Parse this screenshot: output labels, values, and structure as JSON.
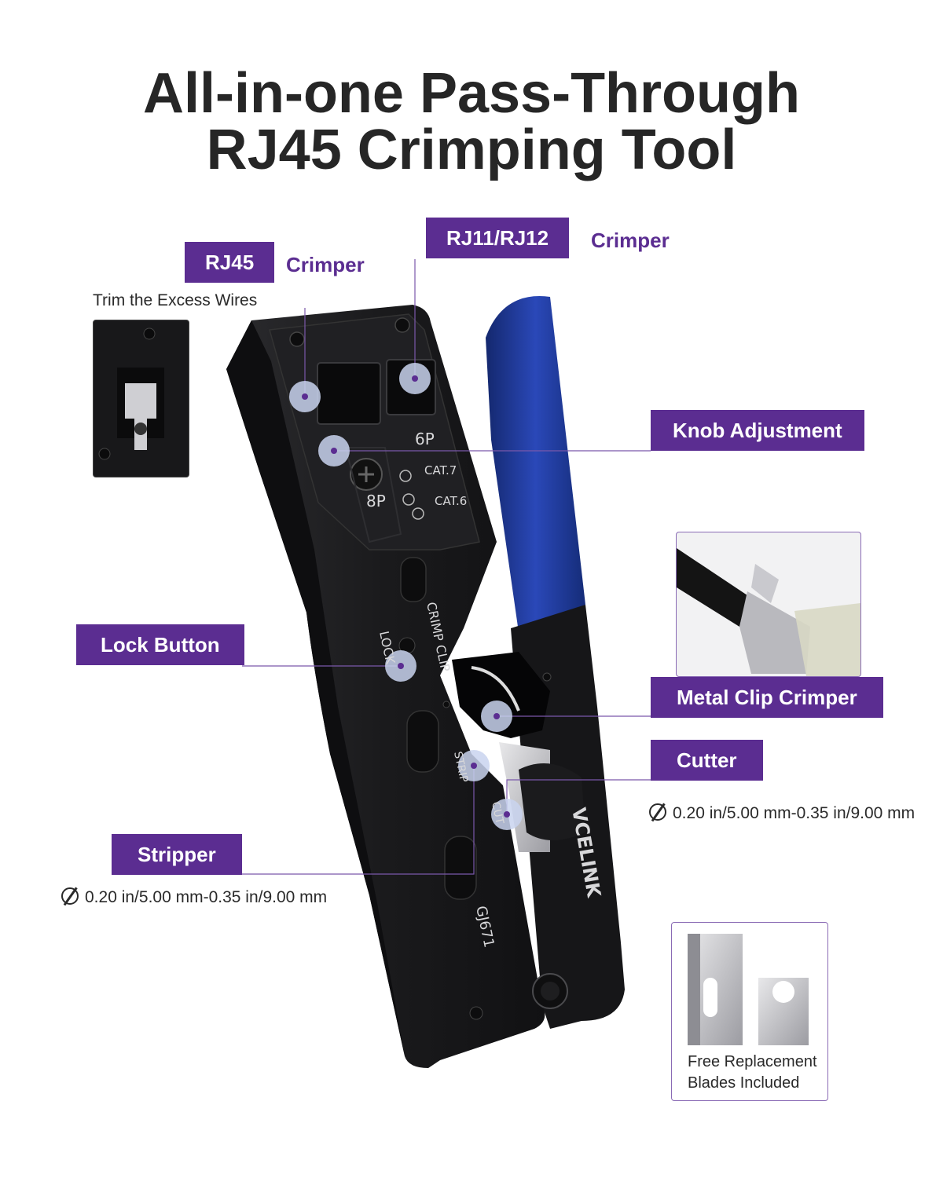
{
  "title": {
    "line1": "All-in-one Pass-Through",
    "line2": "RJ45 Crimping Tool"
  },
  "callouts": {
    "rj45": {
      "tag": "RJ45",
      "side": "Crimper",
      "note": "Trim the Excess Wires"
    },
    "rj11": {
      "tag": "RJ11/RJ12",
      "side": "Crimper"
    },
    "knob": {
      "tag": "Knob Adjustment"
    },
    "lock": {
      "tag": "Lock Button"
    },
    "metal_clip": {
      "tag": "Metal Clip Crimper"
    },
    "cutter": {
      "tag": "Cutter",
      "spec": "0.20 in/5.00 mm-0.35 in/9.00 mm"
    },
    "stripper": {
      "tag": "Stripper",
      "spec": "0.20 in/5.00 mm-0.35 in/9.00 mm"
    }
  },
  "tool_markings": {
    "port_6p": "6P",
    "port_8p": "8P",
    "cat7": "CAT.7",
    "cat6": "CAT.6",
    "crimp_clip": "CRIMP CLIP",
    "lock": "LOCK",
    "strip": "STRIP",
    "cut": "CUT",
    "brand": "VCELINK",
    "model": "GJ671"
  },
  "blades_box": {
    "line1": "Free Replacement",
    "line2": "Blades Included"
  },
  "colors": {
    "accent": "#5b2d91",
    "handle": "#1f3aa0",
    "tool_body": "#1c1c1e",
    "marker": "#c9d4ee"
  }
}
